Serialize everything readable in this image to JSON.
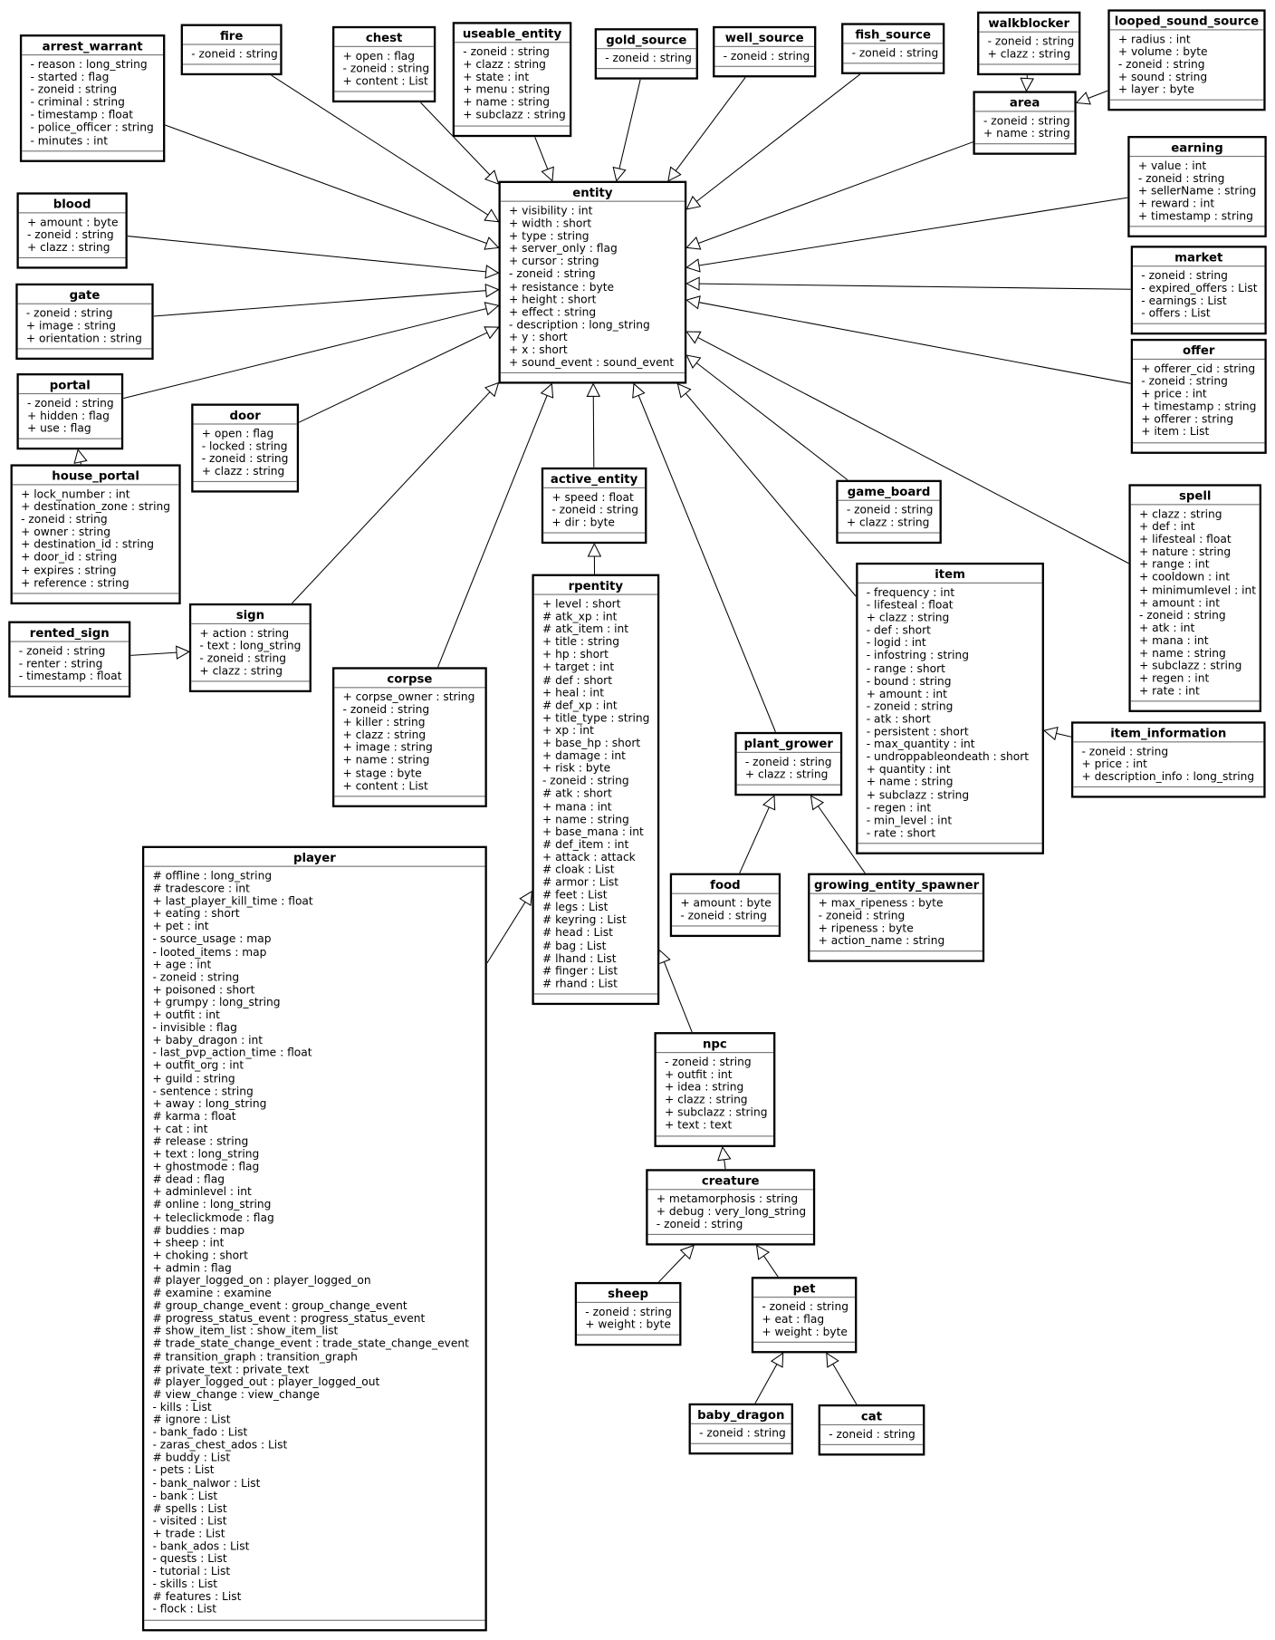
{
  "diagram": {
    "type": "uml-class-diagram",
    "classes": {
      "arrest_warrant": {
        "name": "arrest_warrant",
        "attributes": [
          "- reason : long_string",
          "- started : flag",
          "- zoneid : string",
          "- criminal : string",
          "- timestamp : float",
          "- police_officer : string",
          "- minutes : int"
        ]
      },
      "fire": {
        "name": "fire",
        "attributes": [
          "- zoneid : string"
        ]
      },
      "chest": {
        "name": "chest",
        "attributes": [
          "+ open : flag",
          "- zoneid : string",
          "+ content : List"
        ]
      },
      "useable_entity": {
        "name": "useable_entity",
        "attributes": [
          "- zoneid : string",
          "+ clazz : string",
          "+ state : int",
          "+ menu : string",
          "+ name : string",
          "+ subclazz : string"
        ]
      },
      "gold_source": {
        "name": "gold_source",
        "attributes": [
          "- zoneid : string"
        ]
      },
      "well_source": {
        "name": "well_source",
        "attributes": [
          "- zoneid : string"
        ]
      },
      "fish_source": {
        "name": "fish_source",
        "attributes": [
          "- zoneid : string"
        ]
      },
      "walkblocker": {
        "name": "walkblocker",
        "attributes": [
          "- zoneid : string",
          "+ clazz : string"
        ]
      },
      "looped_sound_source": {
        "name": "looped_sound_source",
        "attributes": [
          "+ radius : int",
          "+ volume : byte",
          "- zoneid : string",
          "+ sound : string",
          "+ layer : byte"
        ]
      },
      "area": {
        "name": "area",
        "attributes": [
          "- zoneid : string",
          "+ name : string"
        ]
      },
      "entity": {
        "name": "entity",
        "attributes": [
          "+ visibility : int",
          "+ width : short",
          "+ type : string",
          "+ server_only : flag",
          "+ cursor : string",
          "- zoneid : string",
          "+ resistance : byte",
          "+ height : short",
          "+ effect : string",
          "- description : long_string",
          "+ y : short",
          "+ x : short",
          "+ sound_event : sound_event"
        ]
      },
      "earning": {
        "name": "earning",
        "attributes": [
          "+ value : int",
          "- zoneid : string",
          "+ sellerName : string",
          "+ reward : int",
          "+ timestamp : string"
        ]
      },
      "blood": {
        "name": "blood",
        "attributes": [
          "+ amount : byte",
          "- zoneid : string",
          "+ clazz : string"
        ]
      },
      "gate": {
        "name": "gate",
        "attributes": [
          "- zoneid : string",
          "+ image : string",
          "+ orientation : string"
        ]
      },
      "market": {
        "name": "market",
        "attributes": [
          "- zoneid : string",
          "- expired_offers : List",
          "- earnings : List",
          "- offers : List"
        ]
      },
      "offer": {
        "name": "offer",
        "attributes": [
          "+ offerer_cid : string",
          "- zoneid : string",
          "+ price : int",
          "+ timestamp : string",
          "+ offerer : string",
          "+ item : List"
        ]
      },
      "portal": {
        "name": "portal",
        "attributes": [
          "- zoneid : string",
          "+ hidden : flag",
          "+ use : flag"
        ]
      },
      "door": {
        "name": "door",
        "attributes": [
          "+ open : flag",
          "- locked : string",
          "- zoneid : string",
          "+ clazz : string"
        ]
      },
      "house_portal": {
        "name": "house_portal",
        "attributes": [
          "+ lock_number : int",
          "+ destination_zone : string",
          "- zoneid : string",
          "+ owner : string",
          "+ destination_id : string",
          "+ door_id : string",
          "+ expires : string",
          "+ reference : string"
        ]
      },
      "active_entity": {
        "name": "active_entity",
        "attributes": [
          "+ speed : float",
          "- zoneid : string",
          "+ dir : byte"
        ]
      },
      "game_board": {
        "name": "game_board",
        "attributes": [
          "- zoneid : string",
          "+ clazz : string"
        ]
      },
      "spell": {
        "name": "spell",
        "attributes": [
          "+ clazz : string",
          "+ def : int",
          "+ lifesteal : float",
          "+ nature : string",
          "+ range : int",
          "+ cooldown : int",
          "+ minimumlevel : int",
          "+ amount : int",
          "- zoneid : string",
          "+ atk : int",
          "+ mana : int",
          "+ name : string",
          "+ subclazz : string",
          "+ regen : int",
          "+ rate : int"
        ]
      },
      "item": {
        "name": "item",
        "attributes": [
          "- frequency : int",
          "- lifesteal : float",
          "+ clazz : string",
          "- def : short",
          "- logid : int",
          "- infostring : string",
          "- range : short",
          "- bound : string",
          "+ amount : int",
          "- zoneid : string",
          "- atk : short",
          "- persistent : short",
          "- max_quantity : int",
          "- undroppableondeath : short",
          "+ quantity : int",
          "+ name : string",
          "+ subclazz : string",
          "- regen : int",
          "- min_level : int",
          "- rate : short"
        ]
      },
      "rpentity": {
        "name": "rpentity",
        "attributes": [
          "+ level : short",
          "# atk_xp : int",
          "# atk_item : int",
          "+ title : string",
          "+ hp : short",
          "+ target : int",
          "# def : short",
          "+ heal : int",
          "# def_xp : int",
          "+ title_type : string",
          "+ xp : int",
          "+ base_hp : short",
          "+ damage : int",
          "+ risk : byte",
          "- zoneid : string",
          "# atk : short",
          "+ mana : int",
          "+ name : string",
          "+ base_mana : int",
          "# def_item : int",
          "+ attack : attack",
          "# cloak : List",
          "# armor : List",
          "# feet : List",
          "# legs : List",
          "# keyring : List",
          "# head : List",
          "# bag : List",
          "# lhand : List",
          "# finger : List",
          "# rhand : List"
        ]
      },
      "sign": {
        "name": "sign",
        "attributes": [
          "+ action : string",
          "- text : long_string",
          "- zoneid : string",
          "+ clazz : string"
        ]
      },
      "rented_sign": {
        "name": "rented_sign",
        "attributes": [
          "- zoneid : string",
          "- renter : string",
          "- timestamp : float"
        ]
      },
      "corpse": {
        "name": "corpse",
        "attributes": [
          "+ corpse_owner : string",
          "- zoneid : string",
          "+ killer : string",
          "+ clazz : string",
          "+ image : string",
          "+ name : string",
          "+ stage : byte",
          "+ content : List"
        ]
      },
      "item_information": {
        "name": "item_information",
        "attributes": [
          "- zoneid : string",
          "+ price : int",
          "+ description_info : long_string"
        ]
      },
      "plant_grower": {
        "name": "plant_grower",
        "attributes": [
          "- zoneid : string",
          "+ clazz : string"
        ]
      },
      "food": {
        "name": "food",
        "attributes": [
          "+ amount : byte",
          "- zoneid : string"
        ]
      },
      "growing_entity_spawner": {
        "name": "growing_entity_spawner",
        "attributes": [
          "+ max_ripeness : byte",
          "- zoneid : string",
          "+ ripeness : byte",
          "+ action_name : string"
        ]
      },
      "player": {
        "name": "player",
        "attributes": [
          "# offline : long_string",
          "# tradescore : int",
          "+ last_player_kill_time : float",
          "+ eating : short",
          "+ pet : int",
          "- source_usage : map",
          "- looted_items : map",
          "+ age : int",
          "- zoneid : string",
          "+ poisoned : short",
          "+ grumpy : long_string",
          "+ outfit : int",
          "- invisible : flag",
          "+ baby_dragon : int",
          "- last_pvp_action_time : float",
          "+ outfit_org : int",
          "+ guild : string",
          "- sentence : string",
          "+ away : long_string",
          "# karma : float",
          "+ cat : int",
          "# release : string",
          "+ text : long_string",
          "+ ghostmode : flag",
          "# dead : flag",
          "+ adminlevel : int",
          "# online : long_string",
          "+ teleclickmode : flag",
          "# buddies : map",
          "+ sheep : int",
          "+ choking : short",
          "+ admin : flag",
          "# player_logged_on : player_logged_on",
          "# examine : examine",
          "# group_change_event : group_change_event",
          "# progress_status_event : progress_status_event",
          "# show_item_list : show_item_list",
          "# trade_state_change_event : trade_state_change_event",
          "# transition_graph : transition_graph",
          "# private_text : private_text",
          "# player_logged_out : player_logged_out",
          "# view_change : view_change",
          "- kills : List",
          "# ignore : List",
          "- bank_fado : List",
          "- zaras_chest_ados : List",
          "# buddy : List",
          "- pets : List",
          "- bank_nalwor : List",
          "- bank : List",
          "# spells : List",
          "- visited : List",
          "+ trade : List",
          "- bank_ados : List",
          "- quests : List",
          "- tutorial : List",
          "- skills : List",
          "# features : List",
          "- flock : List"
        ]
      },
      "npc": {
        "name": "npc",
        "attributes": [
          "- zoneid : string",
          "+ outfit : int",
          "+ idea : string",
          "+ clazz : string",
          "+ subclazz : string",
          "+ text : text"
        ]
      },
      "creature": {
        "name": "creature",
        "attributes": [
          "+ metamorphosis : string",
          "+ debug : very_long_string",
          "- zoneid : string"
        ]
      },
      "sheep": {
        "name": "sheep",
        "attributes": [
          "- zoneid : string",
          "+ weight : byte"
        ]
      },
      "pet": {
        "name": "pet",
        "attributes": [
          "- zoneid : string",
          "+ eat : flag",
          "+ weight : byte"
        ]
      },
      "baby_dragon": {
        "name": "baby_dragon",
        "attributes": [
          "- zoneid : string"
        ]
      },
      "cat": {
        "name": "cat",
        "attributes": [
          "- zoneid : string"
        ]
      }
    },
    "inheritance": [
      {
        "child": "arrest_warrant",
        "parent": "entity"
      },
      {
        "child": "fire",
        "parent": "entity"
      },
      {
        "child": "chest",
        "parent": "entity"
      },
      {
        "child": "useable_entity",
        "parent": "entity"
      },
      {
        "child": "gold_source",
        "parent": "entity"
      },
      {
        "child": "well_source",
        "parent": "entity"
      },
      {
        "child": "fish_source",
        "parent": "entity"
      },
      {
        "child": "area",
        "parent": "entity"
      },
      {
        "child": "walkblocker",
        "parent": "area"
      },
      {
        "child": "looped_sound_source",
        "parent": "area"
      },
      {
        "child": "earning",
        "parent": "entity"
      },
      {
        "child": "blood",
        "parent": "entity"
      },
      {
        "child": "gate",
        "parent": "entity"
      },
      {
        "child": "market",
        "parent": "entity"
      },
      {
        "child": "offer",
        "parent": "entity"
      },
      {
        "child": "portal",
        "parent": "entity"
      },
      {
        "child": "house_portal",
        "parent": "portal"
      },
      {
        "child": "door",
        "parent": "entity"
      },
      {
        "child": "active_entity",
        "parent": "entity"
      },
      {
        "child": "rpentity",
        "parent": "active_entity"
      },
      {
        "child": "game_board",
        "parent": "entity"
      },
      {
        "child": "spell",
        "parent": "entity"
      },
      {
        "child": "item",
        "parent": "entity"
      },
      {
        "child": "item_information",
        "parent": "item"
      },
      {
        "child": "sign",
        "parent": "entity"
      },
      {
        "child": "rented_sign",
        "parent": "sign"
      },
      {
        "child": "corpse",
        "parent": "entity"
      },
      {
        "child": "plant_grower",
        "parent": "entity"
      },
      {
        "child": "food",
        "parent": "plant_grower"
      },
      {
        "child": "growing_entity_spawner",
        "parent": "plant_grower"
      },
      {
        "child": "player",
        "parent": "rpentity"
      },
      {
        "child": "npc",
        "parent": "rpentity"
      },
      {
        "child": "creature",
        "parent": "npc"
      },
      {
        "child": "sheep",
        "parent": "creature"
      },
      {
        "child": "pet",
        "parent": "creature"
      },
      {
        "child": "baby_dragon",
        "parent": "pet"
      },
      {
        "child": "cat",
        "parent": "pet"
      }
    ]
  }
}
